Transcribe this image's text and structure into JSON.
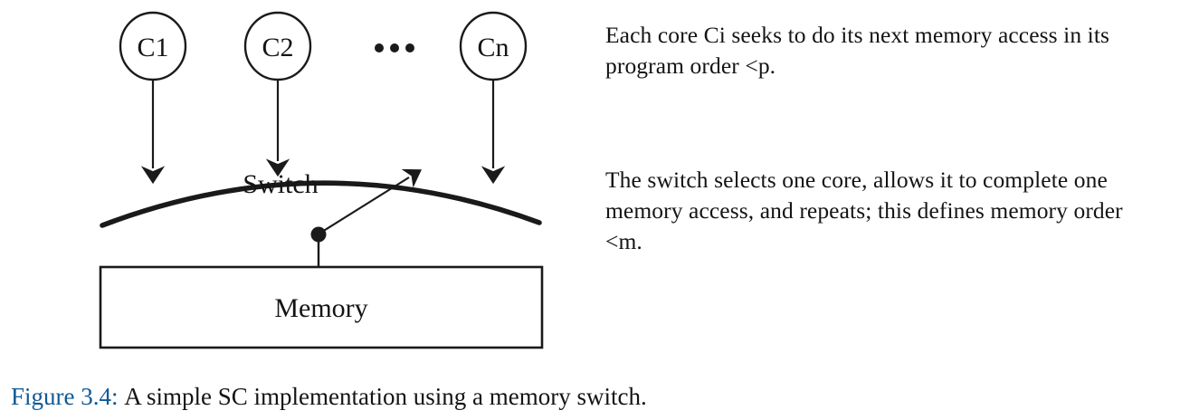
{
  "figure": {
    "caption_number": "Figure 3.4:",
    "caption_text": "A simple SC implementation using a memory switch.",
    "caption_accent_color": "#105a96"
  },
  "diagram": {
    "cores": [
      {
        "id": "c1",
        "label": "C1"
      },
      {
        "id": "c2",
        "label": "C2"
      },
      {
        "id": "cn",
        "label": "Cn"
      }
    ],
    "ellipsis": "• • •",
    "switch_label": "Switch",
    "memory_label": "Memory",
    "stroke_color": "#1a1a1a"
  },
  "annotations": {
    "program_order": "Each core Ci seeks to do its next memory access in its program order <p.",
    "memory_order": "The switch selects one core, allows it to complete one memory access, and repeats; this defines memory order <m."
  }
}
